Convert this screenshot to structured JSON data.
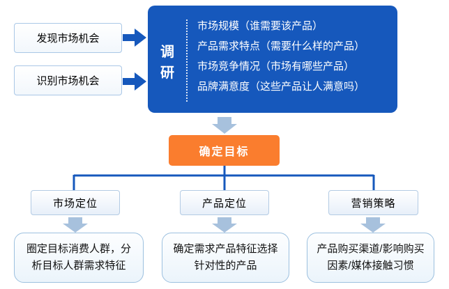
{
  "palette": {
    "blue": "#1658bc",
    "orange": "#fa7d2e",
    "light_arrow": "#a7c1dd",
    "light_border": "#a9c7e6"
  },
  "sources": [
    {
      "label": "发现市场机会"
    },
    {
      "label": "识别市场机会"
    }
  ],
  "research": {
    "title_chars": [
      "调",
      "研"
    ],
    "items": [
      "市场规模（谁需要该产品）",
      "产品需求特点（需要什么样的产品）",
      "市场竞争情况（市场有哪些产品）",
      "品牌满意度（这些产品让人满意吗）"
    ]
  },
  "goal": {
    "label": "确定目标"
  },
  "branches": [
    {
      "label": "市场定位",
      "detail_lines": [
        "圈定目标消费人群，分",
        "析目标人群需求特征"
      ]
    },
    {
      "label": "产品定位",
      "detail_lines": [
        "确定需求产品特征选择",
        "针对性的产品"
      ]
    },
    {
      "label": "营销策略",
      "detail_lines": [
        "产品购买渠道/影响购买",
        "因素/媒体接触习惯"
      ]
    }
  ]
}
